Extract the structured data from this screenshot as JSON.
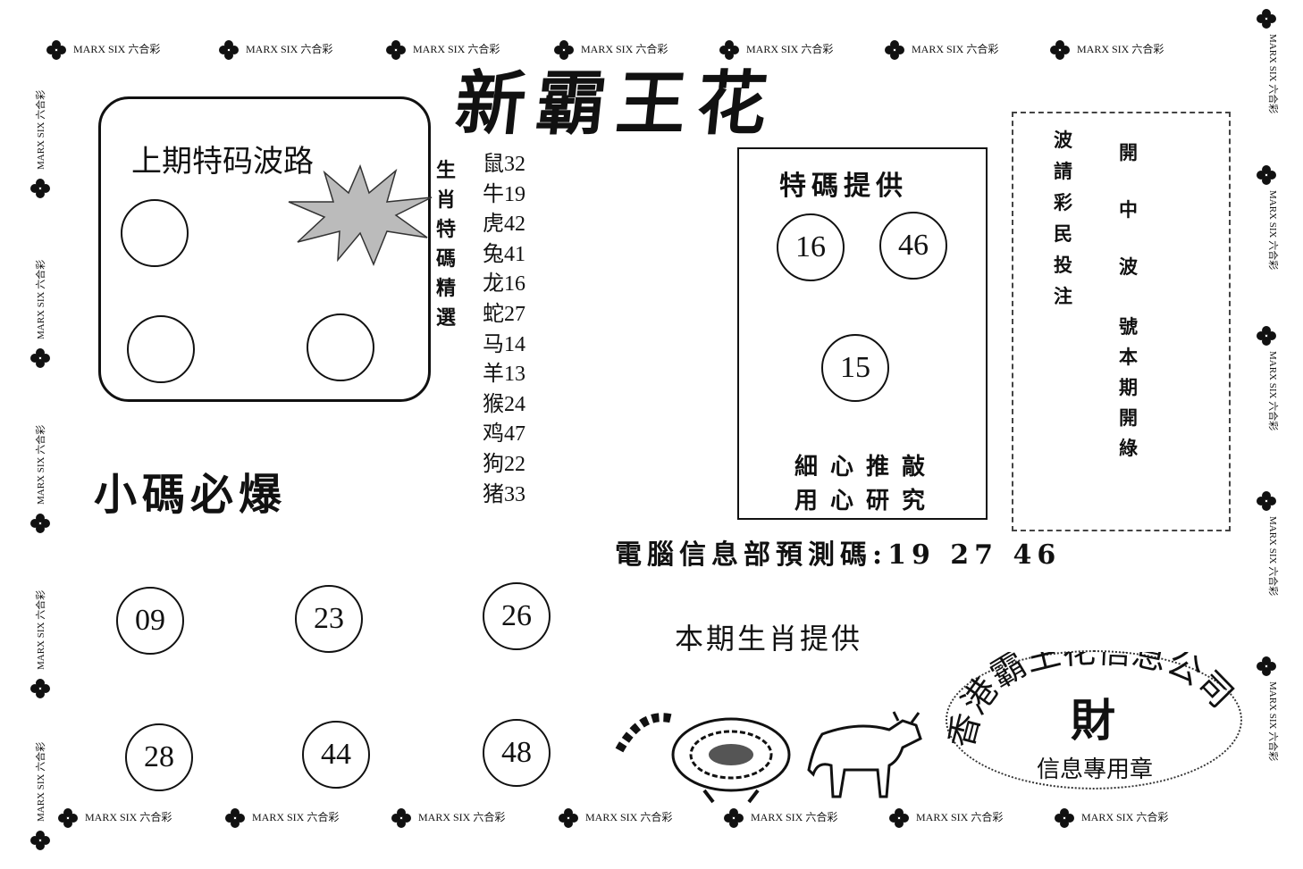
{
  "watermark": "MARX SIX 六合彩",
  "title": "新霸王花",
  "last_wave": {
    "label": "上期特码波路"
  },
  "zodiac_heading": [
    "生",
    "肖",
    "特",
    "碼",
    "精",
    "選"
  ],
  "zodiac_list": [
    {
      "animal": "鼠",
      "num": "32"
    },
    {
      "animal": "牛",
      "num": "19"
    },
    {
      "animal": "虎",
      "num": "42"
    },
    {
      "animal": "兔",
      "num": "41"
    },
    {
      "animal": "龙",
      "num": "16"
    },
    {
      "animal": "蛇",
      "num": "27"
    },
    {
      "animal": "马",
      "num": "14"
    },
    {
      "animal": "羊",
      "num": "13"
    },
    {
      "animal": "猴",
      "num": "24"
    },
    {
      "animal": "鸡",
      "num": "47"
    },
    {
      "animal": "狗",
      "num": "22"
    },
    {
      "animal": "猪",
      "num": "33"
    }
  ],
  "small_numbers": {
    "label": "小碼必爆",
    "numbers": [
      "09",
      "23",
      "26",
      "28",
      "44",
      "48"
    ]
  },
  "special": {
    "label": "特碼提供",
    "numbers": [
      "16",
      "46",
      "15"
    ],
    "line1": "細心推敲",
    "line2": "用心研究"
  },
  "notice": {
    "col1": [
      "波",
      "請",
      "彩",
      "民",
      "投",
      "注"
    ],
    "col2": [
      "開",
      "中",
      "波"
    ],
    "col3": [
      "號",
      "本",
      "期",
      "開",
      "綠"
    ]
  },
  "prediction": "電腦信息部預測碼:19 27 46",
  "zodiac_offer": "本期生肖提供",
  "stamp": {
    "arc": "香港霸王花信息公司",
    "center": "財",
    "bottom": "信息專用章"
  }
}
